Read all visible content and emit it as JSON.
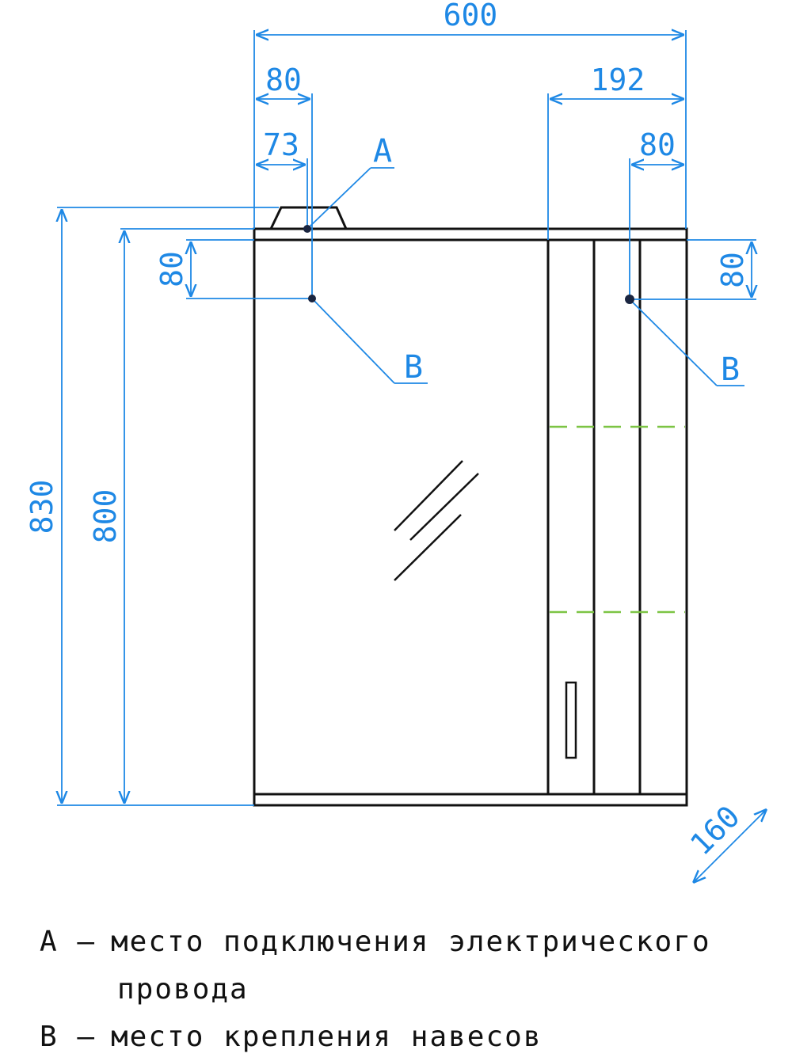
{
  "dimensions": {
    "overall_width": "600",
    "left_offset_outer": "80",
    "left_offset_inner": "73",
    "right_section_width": "192",
    "right_offset": "80",
    "left_vertical": "80",
    "right_vertical": "80",
    "total_height": "830",
    "body_height": "800",
    "depth": "160"
  },
  "callouts": {
    "a": "А",
    "b_left": "В",
    "b_right": "В"
  },
  "legend": {
    "a_key": "А",
    "a_dash": "–",
    "a_text": "место подключения электрического",
    "a_text_cont": "провода",
    "b_key": "В",
    "b_dash": "–",
    "b_text": "место крепления навесов"
  },
  "colors": {
    "dimension": "#1e88e5",
    "outline": "#111111",
    "shelf": "#7cc444"
  }
}
